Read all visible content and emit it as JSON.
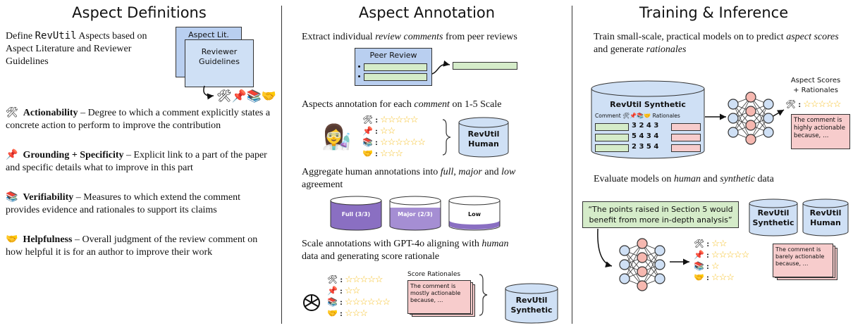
{
  "col1": {
    "title": "Aspect Definitions",
    "intro_pre": "Define ",
    "intro_code": "RevUtil",
    "intro_post": " Aspects based on Aspect Literature and Reviewer Guidelines",
    "doc_back": "Aspect Lit.",
    "doc_front": "Reviewer Guidelines",
    "aspects": [
      {
        "icon": "🛠",
        "name": "Actionability",
        "desc": " – Degree to which a comment explicitly states a concrete action to perform to improve the contribution"
      },
      {
        "icon": "📌",
        "name": "Grounding + Specificity",
        "desc": " – Explicit link to a part of the paper and specific details what to improve in this part"
      },
      {
        "icon": "📚",
        "name": "Verifiability",
        "desc": " – Measures to which extend the comment provides evidence and rationales to support its claims"
      },
      {
        "icon": "🤝",
        "name": "Helpfulness",
        "desc": " – Overall judgment of the review comment on how helpful it is for an author to improve their work"
      }
    ]
  },
  "col2": {
    "title": "Aspect Annotation",
    "extract_pre": "Extract individual ",
    "extract_em": "review comments",
    "extract_post": " from peer reviews",
    "peer_review": "Peer Review",
    "annot_pre": "Aspects annotation for each ",
    "annot_em": "comment",
    "annot_post": " on  1-5 Scale",
    "revutil_human": "RevUtil Human",
    "agg_pre": "Aggregate human annotations into ",
    "agg_em1": "full",
    "agg_mid1": ", ",
    "agg_em2": "major",
    "agg_mid2": " and ",
    "agg_em3": "low",
    "agg_post": " agreement",
    "cyl_full": "Full (3/3)",
    "cyl_major": "Major (2/3)",
    "cyl_low": "Low",
    "scale_pre": "Scale annotations with GPT-4o aligning with ",
    "scale_em": "human",
    "scale_post": " data and generating score rationale",
    "score_rationales": "Score Rationales",
    "rationale_text": "The comment is mostly actionable because, …",
    "revutil_synthetic": "RevUtil Synthetic"
  },
  "col3": {
    "title": "Training & Inference",
    "train_pre": "Train small-scale, practical models on  to predict ",
    "train_em1": "aspect scores",
    "train_mid": " and generate ",
    "train_em2": "rationales",
    "db_title": "RevUtil Synthetic",
    "db_comment": "Comment",
    "db_rationales": "Rationales",
    "db_rows": [
      "3 2 4 3",
      "5 4 3 4",
      "2 3 5 4"
    ],
    "out_label1": "Aspect Scores",
    "out_label2": "+ Rationales",
    "out_text": "The comment is highly actionable because, …",
    "eval_pre": "Evaluate models on ",
    "eval_em1": "human",
    "eval_mid": " and ",
    "eval_em2": "synthetic",
    "eval_post": " data",
    "quote": "“The points raised in Section 5 would benefit from more in-depth analysis”",
    "eval_synth": "RevUtil Synthetic",
    "eval_human": "RevUtil Human",
    "eval_out": "The comment is barely actionable because, …"
  },
  "colors": {
    "green": "#d5ecc9",
    "pink": "#f7cccc",
    "blue": "#cfe0f5",
    "purple": "#8a6fc2"
  }
}
